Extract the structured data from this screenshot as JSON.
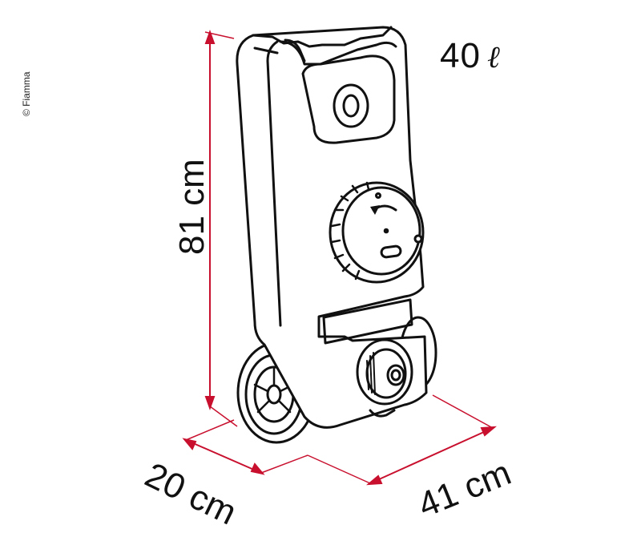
{
  "copyright": "© Fiamma",
  "capacity": {
    "value": "40",
    "unit": "ℓ"
  },
  "dimensions": {
    "height": "81 cm",
    "depth": "20 cm",
    "width": "41 cm"
  },
  "colors": {
    "dimension_line": "#c8102e",
    "outline": "#111111",
    "background": "#ffffff"
  }
}
